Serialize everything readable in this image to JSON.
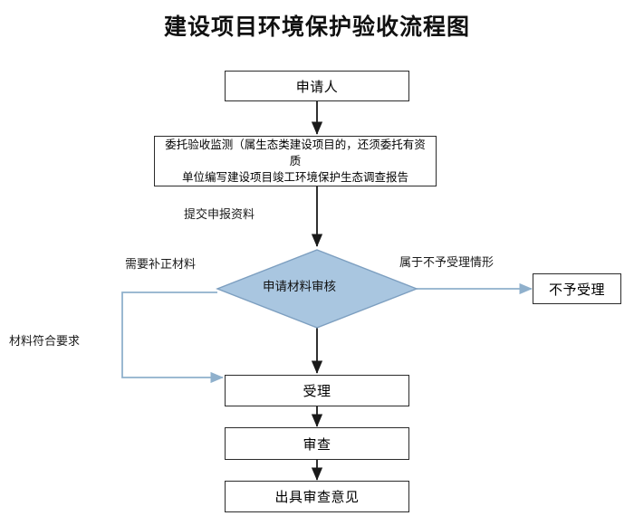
{
  "title": "建设项目环境保护验收流程图",
  "colors": {
    "diamond_fill": "#a9c6e0",
    "diamond_stroke": "#7d9fc0",
    "box_stroke": "#2b2b2b",
    "dark_arrow": "#1a1a1a",
    "blue_arrow": "#8fb0cc",
    "background": "#ffffff",
    "title_color": "#111111"
  },
  "nodes": {
    "applicant": {
      "label": "申请人",
      "shape": "process"
    },
    "commission": {
      "label": "委托验收监测（属生态类建设项目的，还须委托有资质单位编写建设项目竣工环境保护生态调查报告",
      "line1": "委托验收监测（属生态类建设项目的，还须委托有资质",
      "line2": "单位编写建设项目竣工环境保护生态调查报告",
      "shape": "process"
    },
    "review_decision": {
      "label": "申请材料审核",
      "shape": "decision"
    },
    "not_accepted": {
      "label": "不予受理",
      "shape": "process"
    },
    "accept": {
      "label": "受理",
      "shape": "process"
    },
    "examine": {
      "label": "审查",
      "shape": "process"
    },
    "issue_opinion": {
      "label": "出具审查意见",
      "shape": "process"
    }
  },
  "edge_labels": {
    "submit_materials": "提交申报资料",
    "need_supplement": "需要补正材料",
    "non_acceptance_case": "属于不予受理情形",
    "materials_conform": "材料符合要求"
  }
}
